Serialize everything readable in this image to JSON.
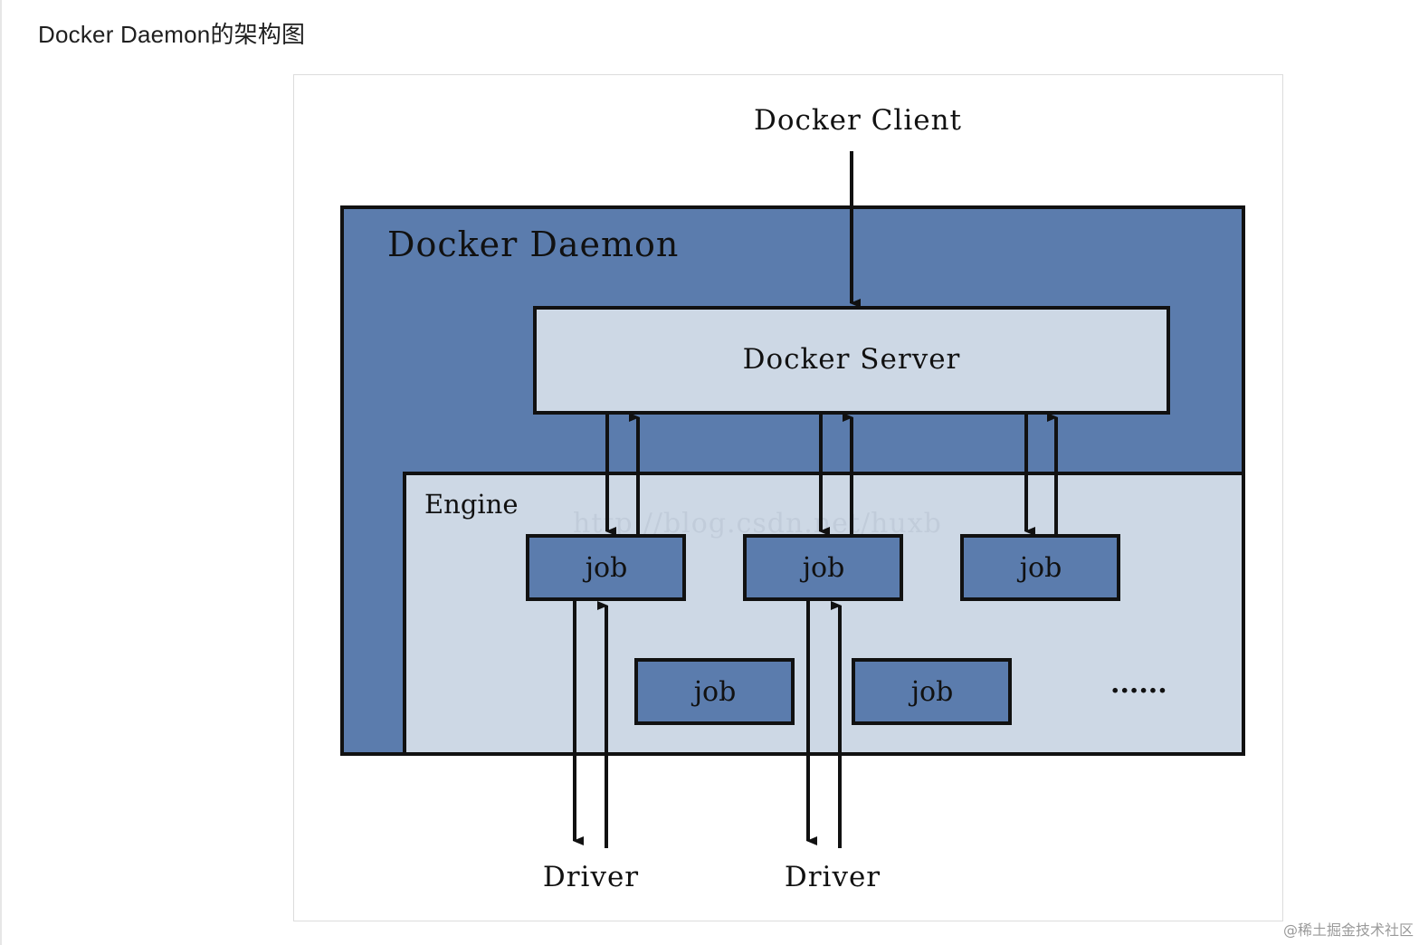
{
  "page": {
    "title": "Docker Daemon的架构图",
    "credit": "@稀土掘金技术社区"
  },
  "diagram": {
    "client_label": "Docker Client",
    "daemon_label": "Docker Daemon",
    "server_label": "Docker Server",
    "engine_label": "Engine",
    "job_label": "job",
    "ellipsis": "......",
    "driver_label": "Driver",
    "watermark": "http://blog.csdn.net/huxb",
    "colors": {
      "daemon_fill": "#5b7cad",
      "server_fill": "#cdd8e5",
      "engine_fill": "#cdd8e5",
      "job_fill": "#5b7cad",
      "stroke": "#111111"
    }
  }
}
